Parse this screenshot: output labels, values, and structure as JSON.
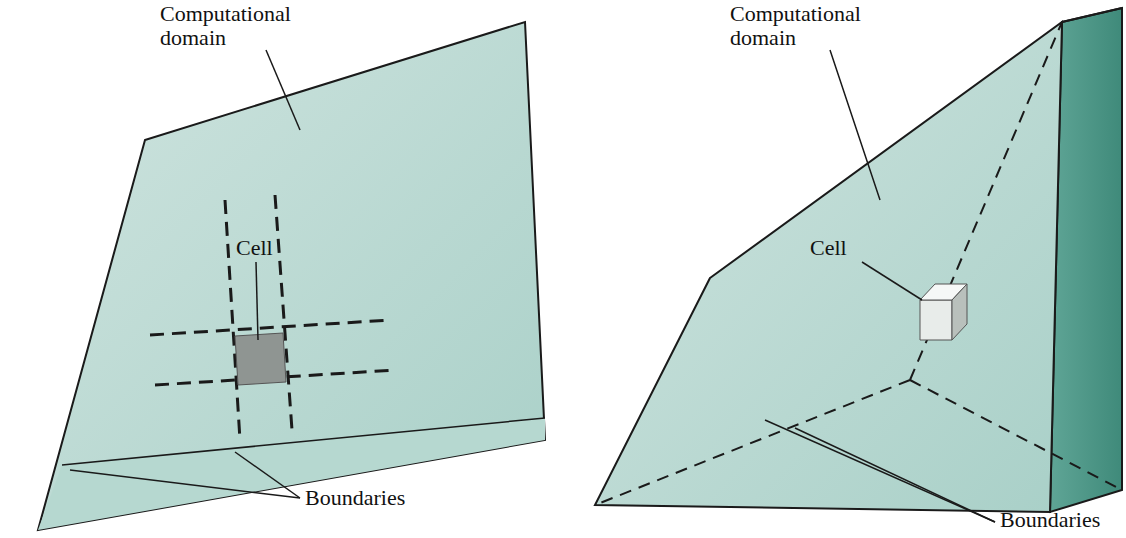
{
  "diagram": {
    "labels": [
      "Computational domain",
      "Cell",
      "Boundaries",
      "Computational domain",
      "Cell",
      "Boundaries"
    ]
  }
}
